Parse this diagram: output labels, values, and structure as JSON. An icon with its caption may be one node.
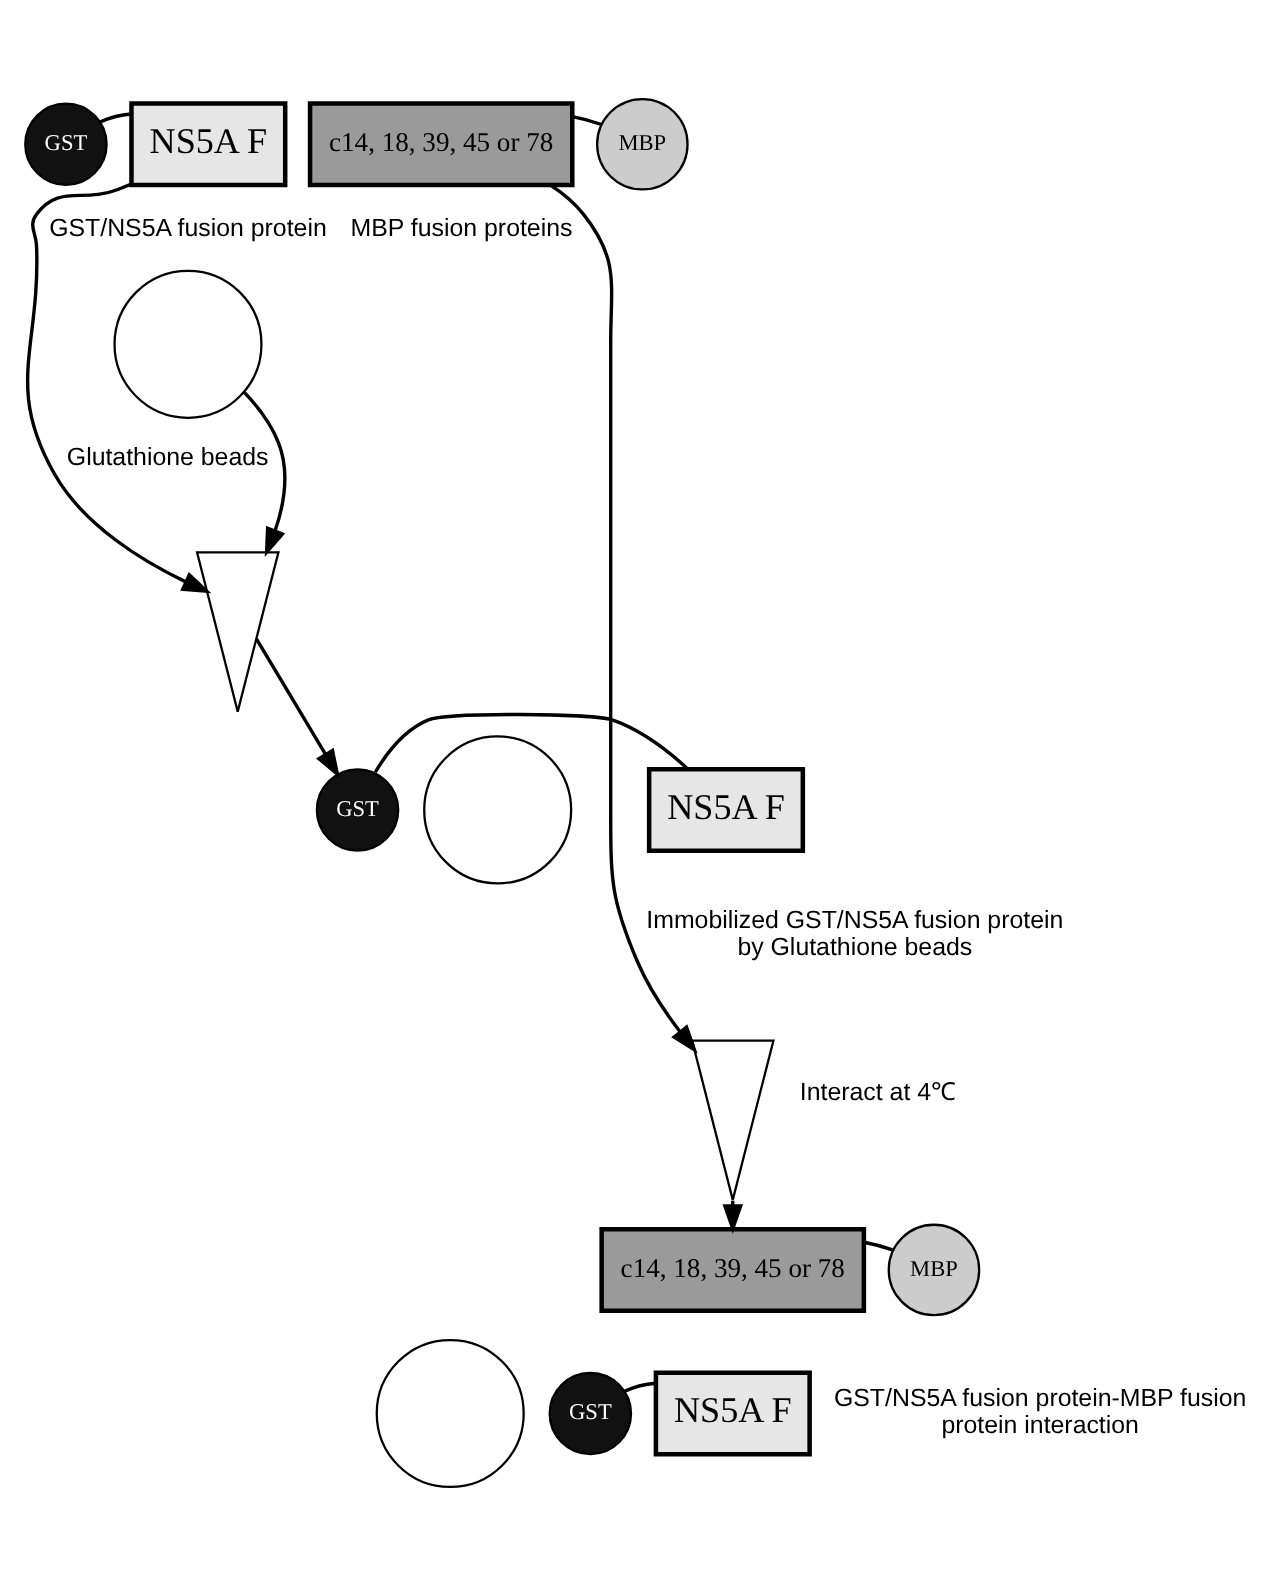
{
  "diagram": {
    "nodes": [
      {
        "text": [
          "GST"
        ]
      },
      {
        "text": [
          "NS5A F"
        ],
        "beside": [
          "GST/NS5A fusion protein"
        ]
      },
      {
        "text": [],
        "shape": "circle",
        "beside": [
          "Glutathione beads"
        ]
      },
      {
        "text": [
          "c14, 18, 39, 45 or 78"
        ],
        "beside": [
          "MBP fusion proteins"
        ]
      },
      {
        "text": [
          "MBP"
        ]
      },
      {
        "text": [],
        "shape": "triangle"
      },
      {
        "text": [],
        "shape": "circle"
      },
      {
        "text": [
          "GST"
        ]
      },
      {
        "text": [
          "NS5A F"
        ],
        "beside": [
          "Immobilized GST/NS5A fusion protein by Glutathione beads"
        ]
      },
      {
        "text": [],
        "shape": "triangle",
        "beside": [
          "Interact at 4℃"
        ]
      },
      {
        "text": [
          "c14, 18, 39, 45 or 78"
        ]
      },
      {
        "text": [
          "MBP"
        ]
      },
      {
        "text": [],
        "shape": "circle"
      },
      {
        "text": [
          "GST"
        ]
      },
      {
        "text": [
          "NS5A F"
        ],
        "beside": [
          "GST/NS5A fusion protein-MBP fusion protein interaction"
        ]
      }
    ],
    "edges": [
      {
        "from": 0,
        "to": 1,
        "arrow": "none"
      },
      {
        "from": 3,
        "to": 4,
        "arrow": "none"
      },
      {
        "from": 1,
        "to": 5,
        "arrow": "to"
      },
      {
        "from": 2,
        "to": 5,
        "arrow": "to"
      },
      {
        "from": 5,
        "to": 7,
        "arrow": "to"
      },
      {
        "from": 7,
        "to": 8,
        "arrow": "none"
      },
      {
        "from": 3,
        "to": 9,
        "arrow": "to"
      },
      {
        "from": 9,
        "to": 10,
        "arrow": "to"
      },
      {
        "from": 10,
        "to": 11,
        "arrow": "none"
      },
      {
        "from": 13,
        "to": 14,
        "arrow": "none"
      }
    ]
  }
}
